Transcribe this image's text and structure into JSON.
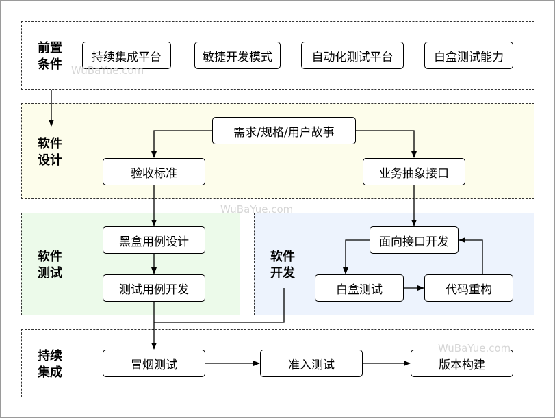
{
  "sections": {
    "prereq": "前置\n条件",
    "design": "软件\n设计",
    "testing": "软件\n测试",
    "development": "软件\n开发",
    "ci": "持续\n集成"
  },
  "nodes": {
    "ci_platform": "持续集成平台",
    "agile": "敏捷开发模式",
    "auto_test": "自动化测试平台",
    "whitebox_ability": "白盒测试能力",
    "requirements": "需求/规格/用户故事",
    "acceptance": "验收标准",
    "business_interface": "业务抽象接口",
    "blackbox_design": "黑盒用例设计",
    "test_case_dev": "测试用例开发",
    "interface_dev": "面向接口开发",
    "whitebox_test": "白盒测试",
    "refactor": "代码重构",
    "smoke_test": "冒烟测试",
    "admission_test": "准入测试",
    "build": "版本构建"
  },
  "watermarks": {
    "w1": "WuBaYue.com",
    "w2": "WuBaYue.com",
    "w3": "WuBaYue.com"
  },
  "colors": {
    "design_bg": "#fdfdeb",
    "testing_bg": "#ecfaea",
    "development_bg": "#edf3fd"
  }
}
